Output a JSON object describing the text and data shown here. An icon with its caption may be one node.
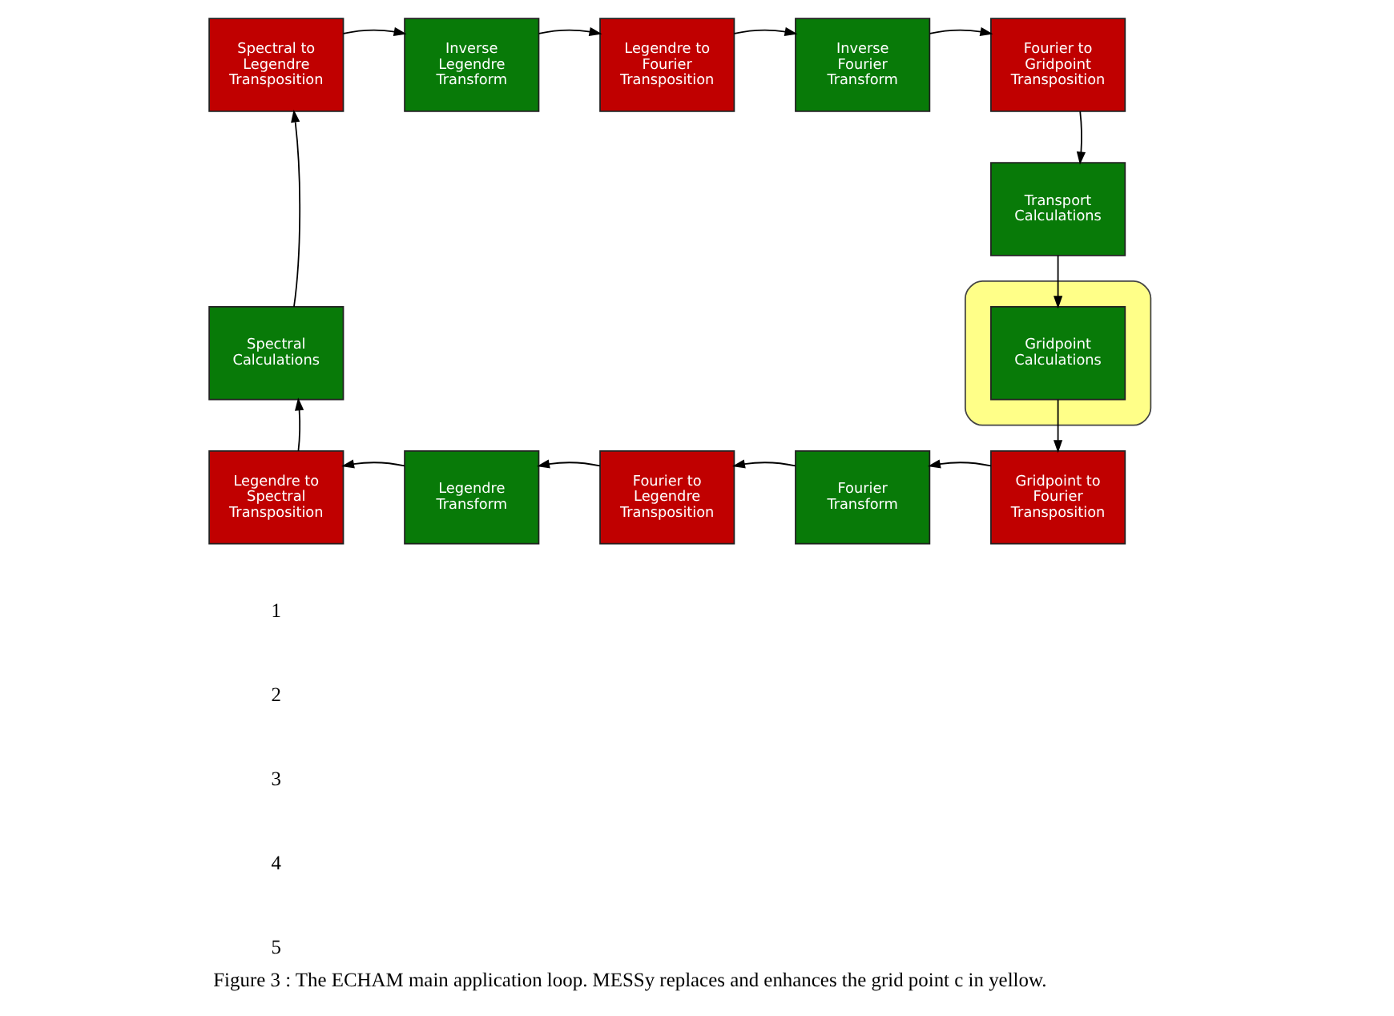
{
  "diagram": {
    "caption": "Figure 3 : The ECHAM main application loop. MESSy replaces and enhances the grid point c in yellow.",
    "nodes": [
      {
        "text": [
          "Spectral to Legendre Transposition"
        ]
      },
      {
        "text": [
          "Inverse Legendre Transform"
        ]
      },
      {
        "text": [
          "Legendre to Fourier Transposition"
        ]
      },
      {
        "text": [
          "Inverse Fourier Transform"
        ]
      },
      {
        "text": [
          "Fourier to Gridpoint Transposition"
        ]
      },
      {
        "text": [
          "Spectral Calculations"
        ]
      },
      {
        "text": [
          "Transport Calculations"
        ]
      },
      {
        "text": [],
        "shape": "box"
      },
      {
        "text": [
          "Gridpoint Calculations"
        ],
        "in": 7
      },
      {
        "text": [
          "Legendre to Spectral Transposition"
        ]
      },
      {
        "text": [
          "Legendre Transform"
        ]
      },
      {
        "text": [
          "Fourier to Legendre Transposition"
        ]
      },
      {
        "text": [
          "Fourier Transform"
        ]
      },
      {
        "text": [
          "Gridpoint to Fourier Transposition"
        ]
      }
    ],
    "edges": [
      {
        "from": 0,
        "to": 1,
        "arrow": "to"
      },
      {
        "from": 1,
        "to": 2,
        "arrow": "to"
      },
      {
        "from": 2,
        "to": 3,
        "arrow": "to"
      },
      {
        "from": 3,
        "to": 4,
        "arrow": "to"
      },
      {
        "from": 4,
        "to": 6,
        "arrow": "to"
      },
      {
        "from": 6,
        "to": 8,
        "arrow": "to"
      },
      {
        "from": 8,
        "to": 13,
        "arrow": "to"
      },
      {
        "from": 13,
        "to": 12,
        "arrow": "to"
      },
      {
        "from": 12,
        "to": 11,
        "arrow": "to"
      },
      {
        "from": 11,
        "to": 10,
        "arrow": "to"
      },
      {
        "from": 10,
        "to": 9,
        "arrow": "to"
      },
      {
        "from": 9,
        "to": 5,
        "arrow": "to"
      },
      {
        "from": 5,
        "to": 0,
        "arrow": "to"
      }
    ],
    "labels": [
      "1",
      "2",
      "3",
      "4",
      "5"
    ]
  }
}
